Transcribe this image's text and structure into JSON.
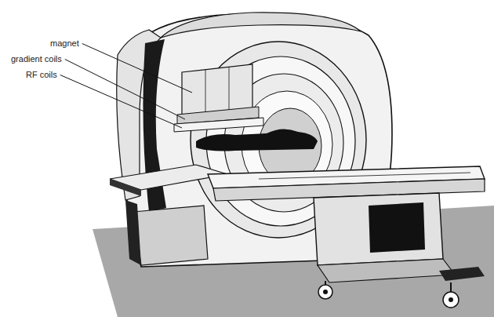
{
  "diagram": {
    "labels": [
      "magnet",
      "gradient coils",
      "RF coils"
    ]
  }
}
